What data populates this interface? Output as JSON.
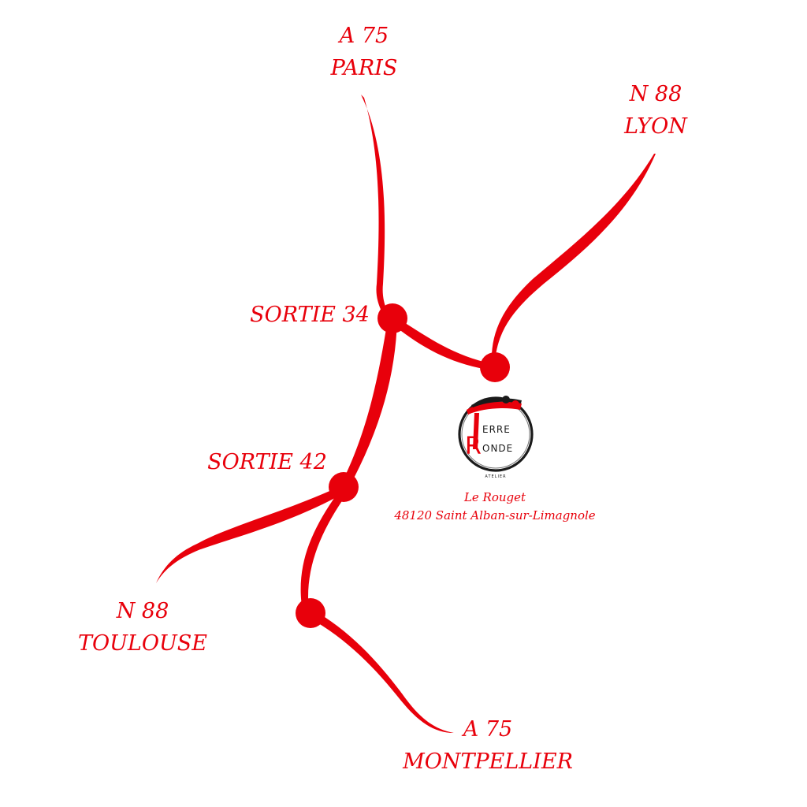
{
  "colors": {
    "route": "#e8000b",
    "logo_ink": "#1a1a1a",
    "background": "#ffffff"
  },
  "labels": {
    "paris_road": "A 75",
    "paris_city": "PARIS",
    "lyon_road": "N 88",
    "lyon_city": "LYON",
    "exit_34": "SORTIE 34",
    "exit_42": "SORTIE 42",
    "toulouse_road": "N 88",
    "toulouse_city": "TOULOUSE",
    "montpellier_road": "A 75",
    "montpellier_city": "MONTPELLIER"
  },
  "address": {
    "line1": "Le Rouget",
    "line2": "48120 Saint Alban-sur-Limagnole"
  },
  "logo": {
    "word1": "ERRE",
    "word2": "ONDE",
    "initial1": "T",
    "initial2": "R",
    "tagline": "ATELIER"
  }
}
